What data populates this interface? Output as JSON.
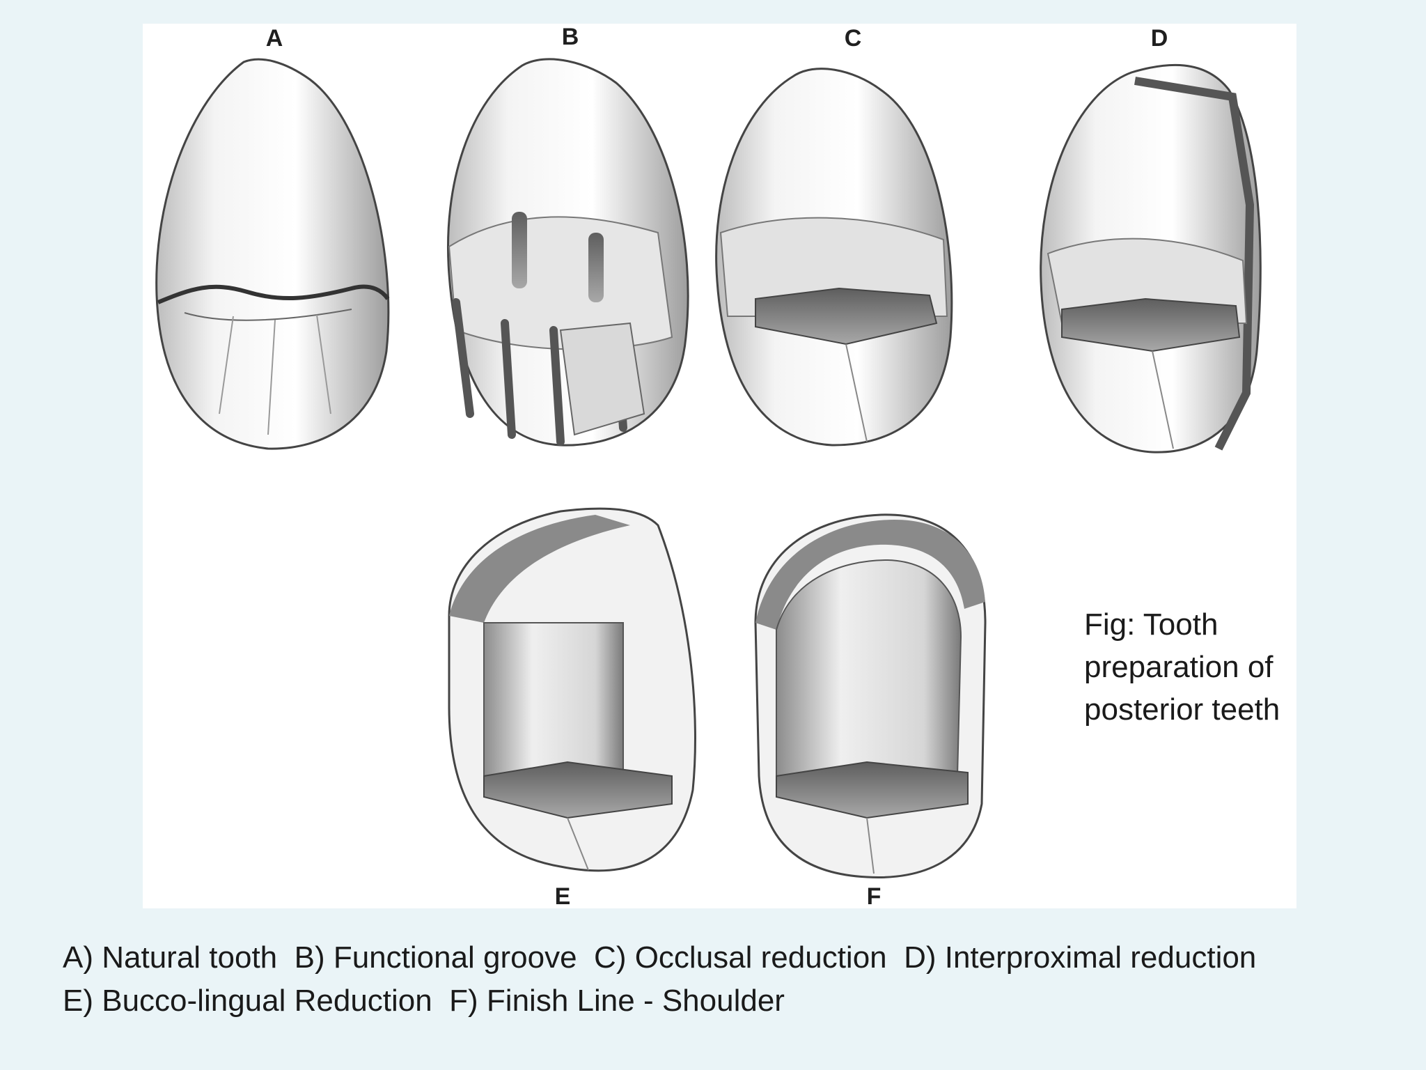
{
  "figure": {
    "labels": [
      "A",
      "B",
      "C",
      "D",
      "E",
      "F"
    ],
    "caption": [
      "Fig: Tooth",
      "preparation of",
      "posterior teeth"
    ]
  },
  "legend": {
    "line1": "A) Natural tooth  B) Functional groove  C) Occlusal reduction  D) Interproximal reduction",
    "line2": "E) Bucco-lingual Reduction  F) Finish Line - Shoulder"
  },
  "colors": {
    "background": "#eaf4f7",
    "panel": "#ffffff",
    "ink": "#1a1a1a"
  }
}
